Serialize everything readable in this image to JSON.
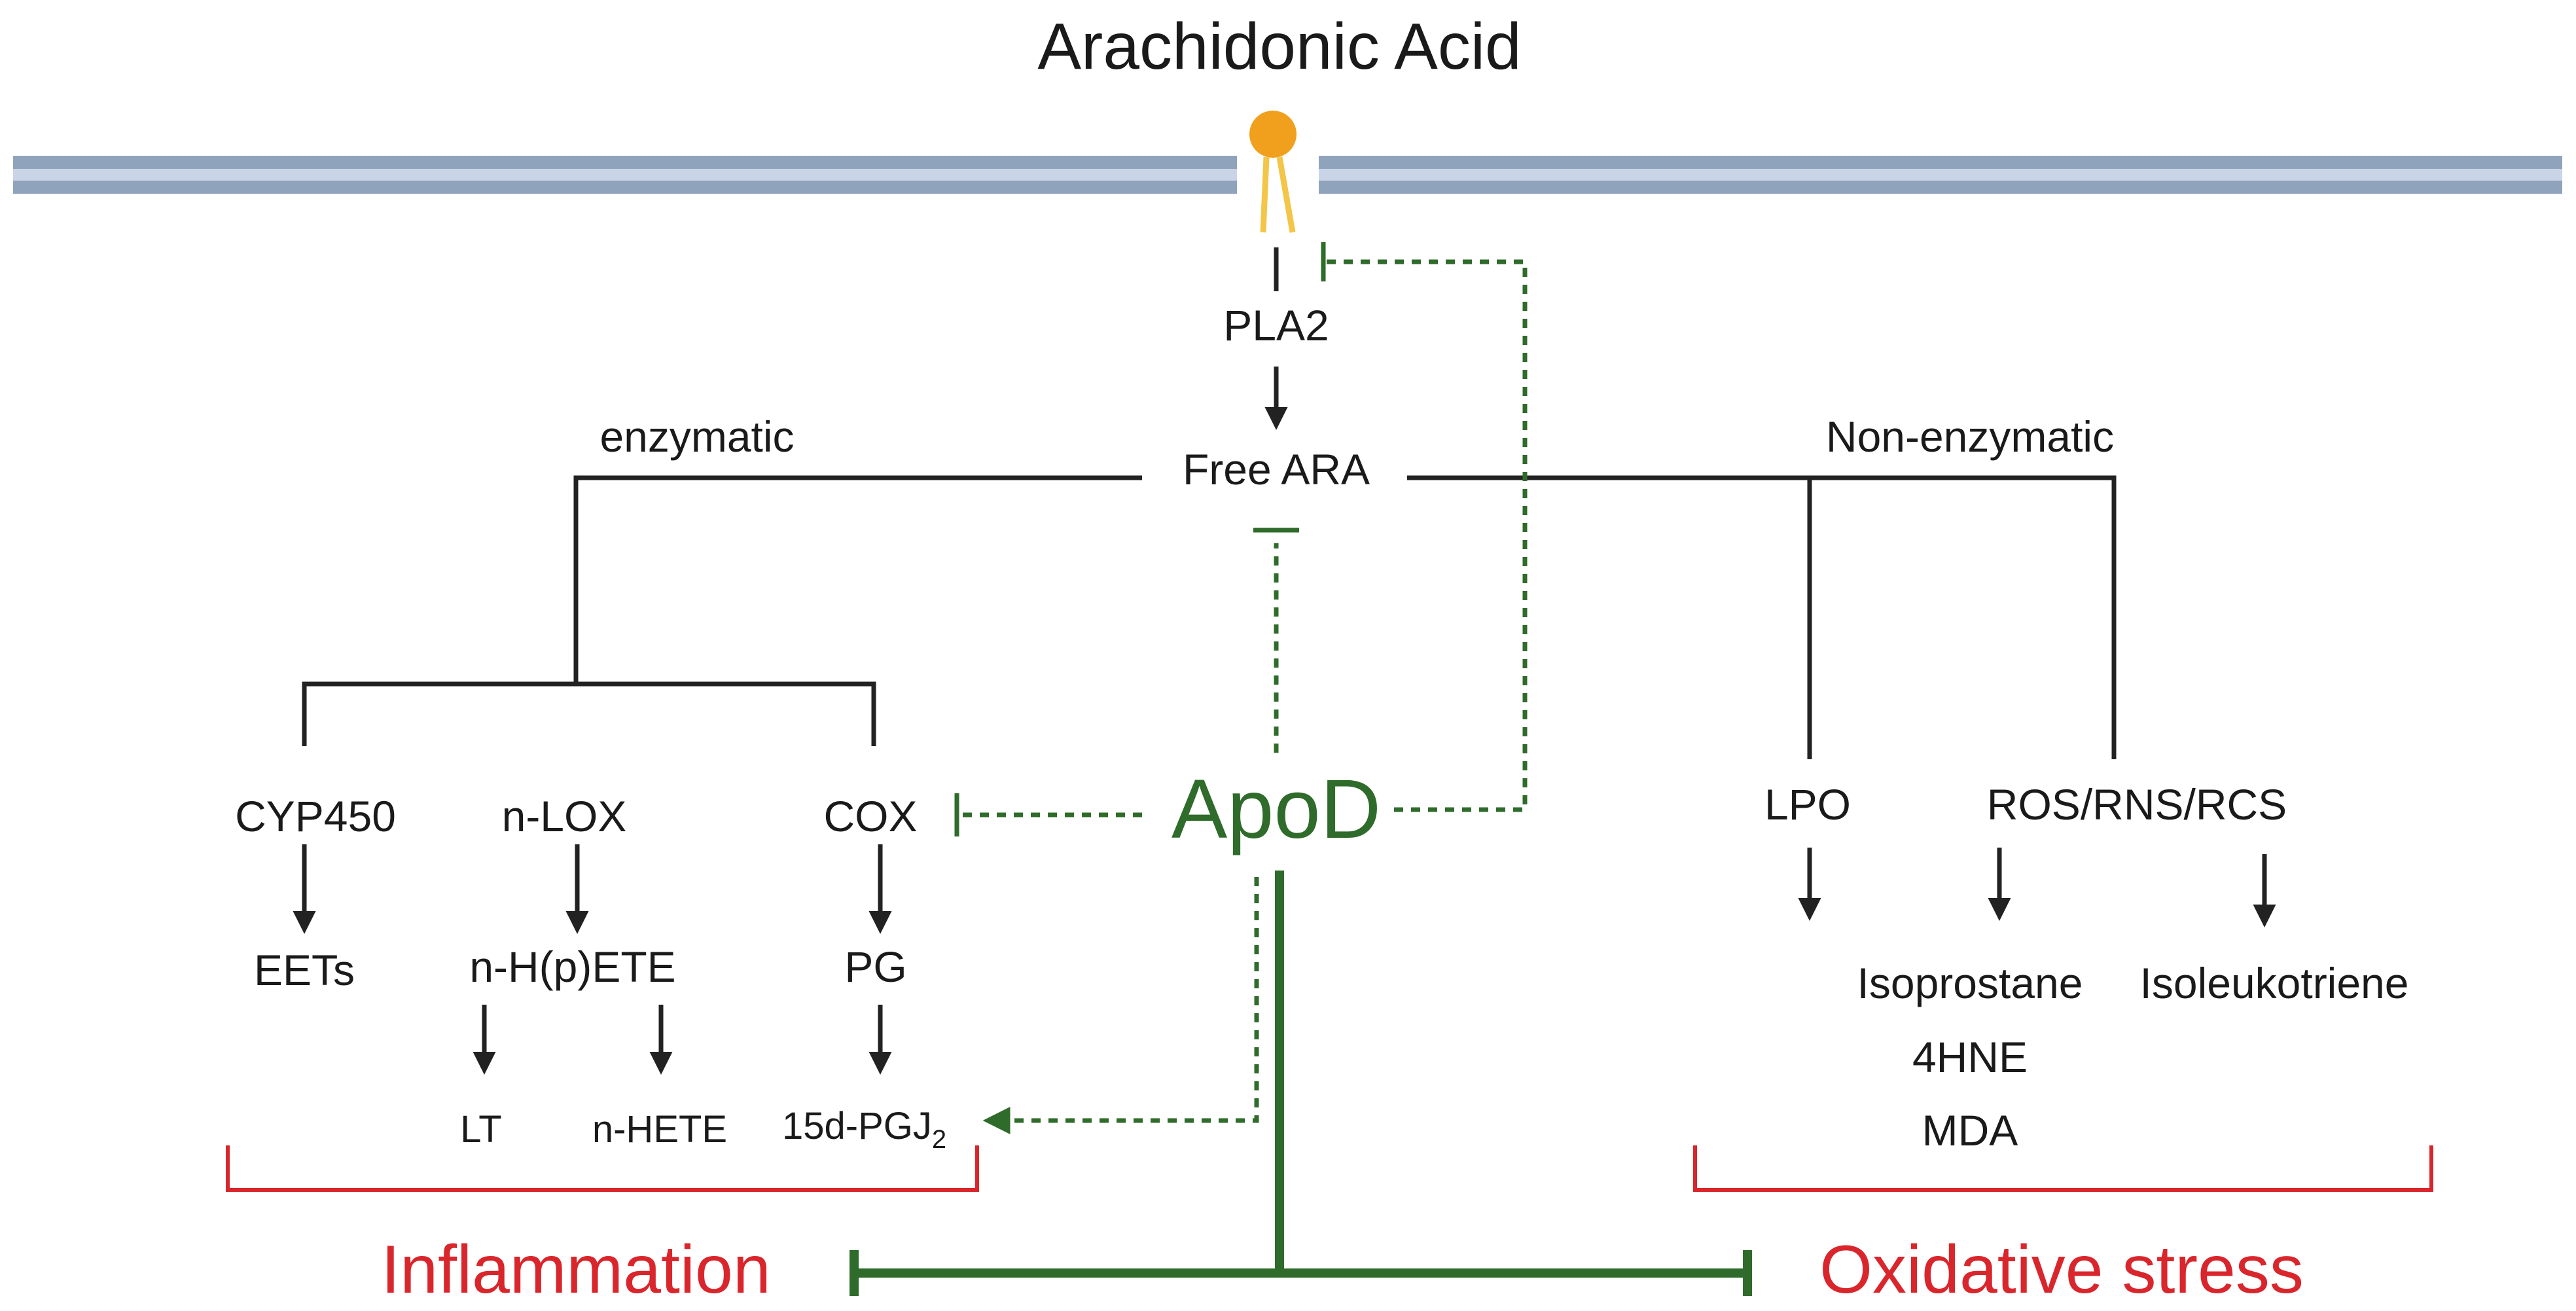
{
  "title": "Arachidonic Acid",
  "enzymes": {
    "pla2": "PLA2",
    "free_ara": "Free ARA",
    "enzymatic": "enzymatic",
    "non_enzymatic": "Non-enzymatic",
    "cyp450": "CYP450",
    "nlox": "n-LOX",
    "cox": "COX",
    "lpo": "LPO",
    "ros": "ROS/RNS/RCS"
  },
  "products": {
    "eets": "EETs",
    "nhpete": "n-H(p)ETE",
    "pg": "PG",
    "lt": "LT",
    "nhete": "n-HETE",
    "pgj2_main": "15d-PGJ",
    "pgj2_sub": "2",
    "isoprostane": "Isoprostane",
    "hne": "4HNE",
    "mda": "MDA",
    "isoleukotriene": "Isoleukotriene"
  },
  "apod": "ApoD",
  "outcomes": {
    "inflammation": "Inflammation",
    "oxidative": "Oxidative stress"
  },
  "colors": {
    "apod_green": "#2f6b2a",
    "outcome_red": "#d9262c",
    "membrane": "#8fa3bd",
    "phospholipid_head": "#f0a01c"
  }
}
